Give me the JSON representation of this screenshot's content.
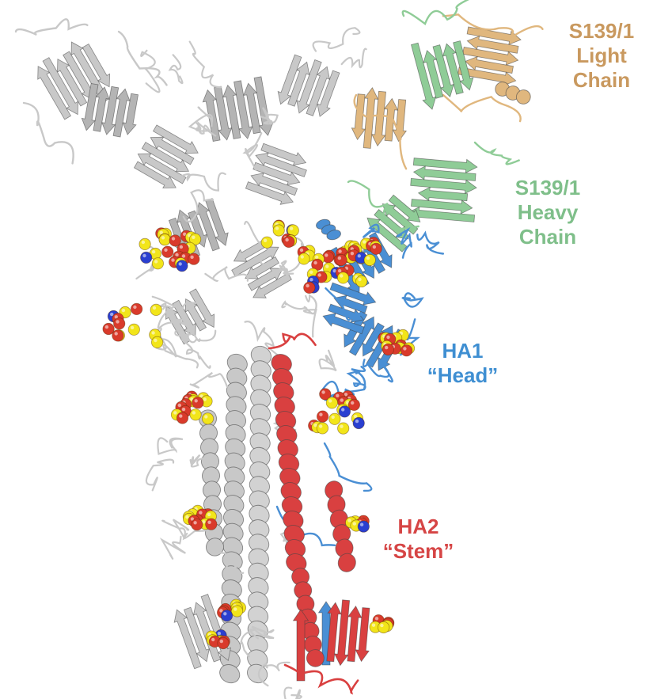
{
  "labels": {
    "light_chain": {
      "line1": "S139/1",
      "line2": "Light",
      "line3": "Chain",
      "color": "#c9995f"
    },
    "heavy_chain": {
      "line1": "S139/1",
      "line2": "Heavy",
      "line3": "Chain",
      "color": "#7fbf8a"
    },
    "ha1": {
      "line1": "HA1",
      "line2": "“Head”",
      "color": "#3f8fd2"
    },
    "ha2": {
      "line1": "HA2",
      "line2": "“Stem”",
      "color": "#d64545"
    }
  },
  "colors": {
    "trimer_gray": "#c8c8c8",
    "trimer_dark": "#8f8f8f",
    "ha1_blue": "#4a8fd4",
    "ha2_red": "#d94040",
    "light_chain_tan": "#e0b77e",
    "heavy_chain_green": "#8fcc97",
    "glycan_oxygen": "#d93a2b",
    "glycan_carbon": "#f2e51a",
    "glycan_nitrogen": "#2a3fd0"
  }
}
